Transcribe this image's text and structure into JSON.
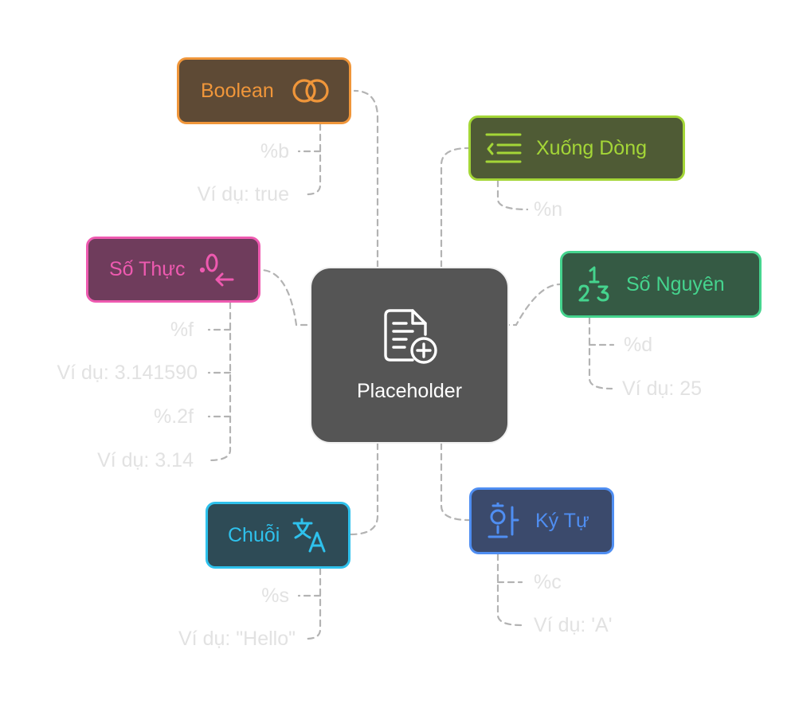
{
  "center": {
    "label": "Placeholder",
    "icon": "document-add-icon"
  },
  "colors": {
    "boolean": "#f0963a",
    "xuong_dong": "#a4d637",
    "so_thuc": "#ee5ab0",
    "so_nguyen": "#45d48e",
    "chuoi": "#2ec1ec",
    "ky_tu": "#4f8ef2",
    "center": "#555555",
    "connector": "#b3b3b3",
    "leaf_text": "#e2e2e2"
  },
  "nodes": {
    "boolean": {
      "label": "Boolean",
      "icon": "intersect-circles-icon",
      "items": [
        "%b",
        "Ví dụ: true"
      ]
    },
    "xuong_dong": {
      "label": "Xuống Dòng",
      "icon": "line-indent-icon",
      "items": [
        "%n"
      ]
    },
    "so_thuc": {
      "label": "Số Thực",
      "icon": "decimal-arrow-icon",
      "items": [
        "%f",
        "Ví dụ: 3.141590",
        "%.2f",
        "Ví dụ: 3.14"
      ]
    },
    "so_nguyen": {
      "label": "Số Nguyên",
      "icon": "numbers-123-icon",
      "items": [
        "%d",
        "Ví dụ: 25"
      ]
    },
    "chuoi": {
      "label": "Chuỗi",
      "icon": "translate-icon",
      "items": [
        "%s",
        "Ví dụ: \"Hello\""
      ]
    },
    "ky_tu": {
      "label": "Ký Tự",
      "icon": "hangul-character-icon",
      "items": [
        "%c",
        "Ví dụ: 'A'"
      ]
    }
  }
}
